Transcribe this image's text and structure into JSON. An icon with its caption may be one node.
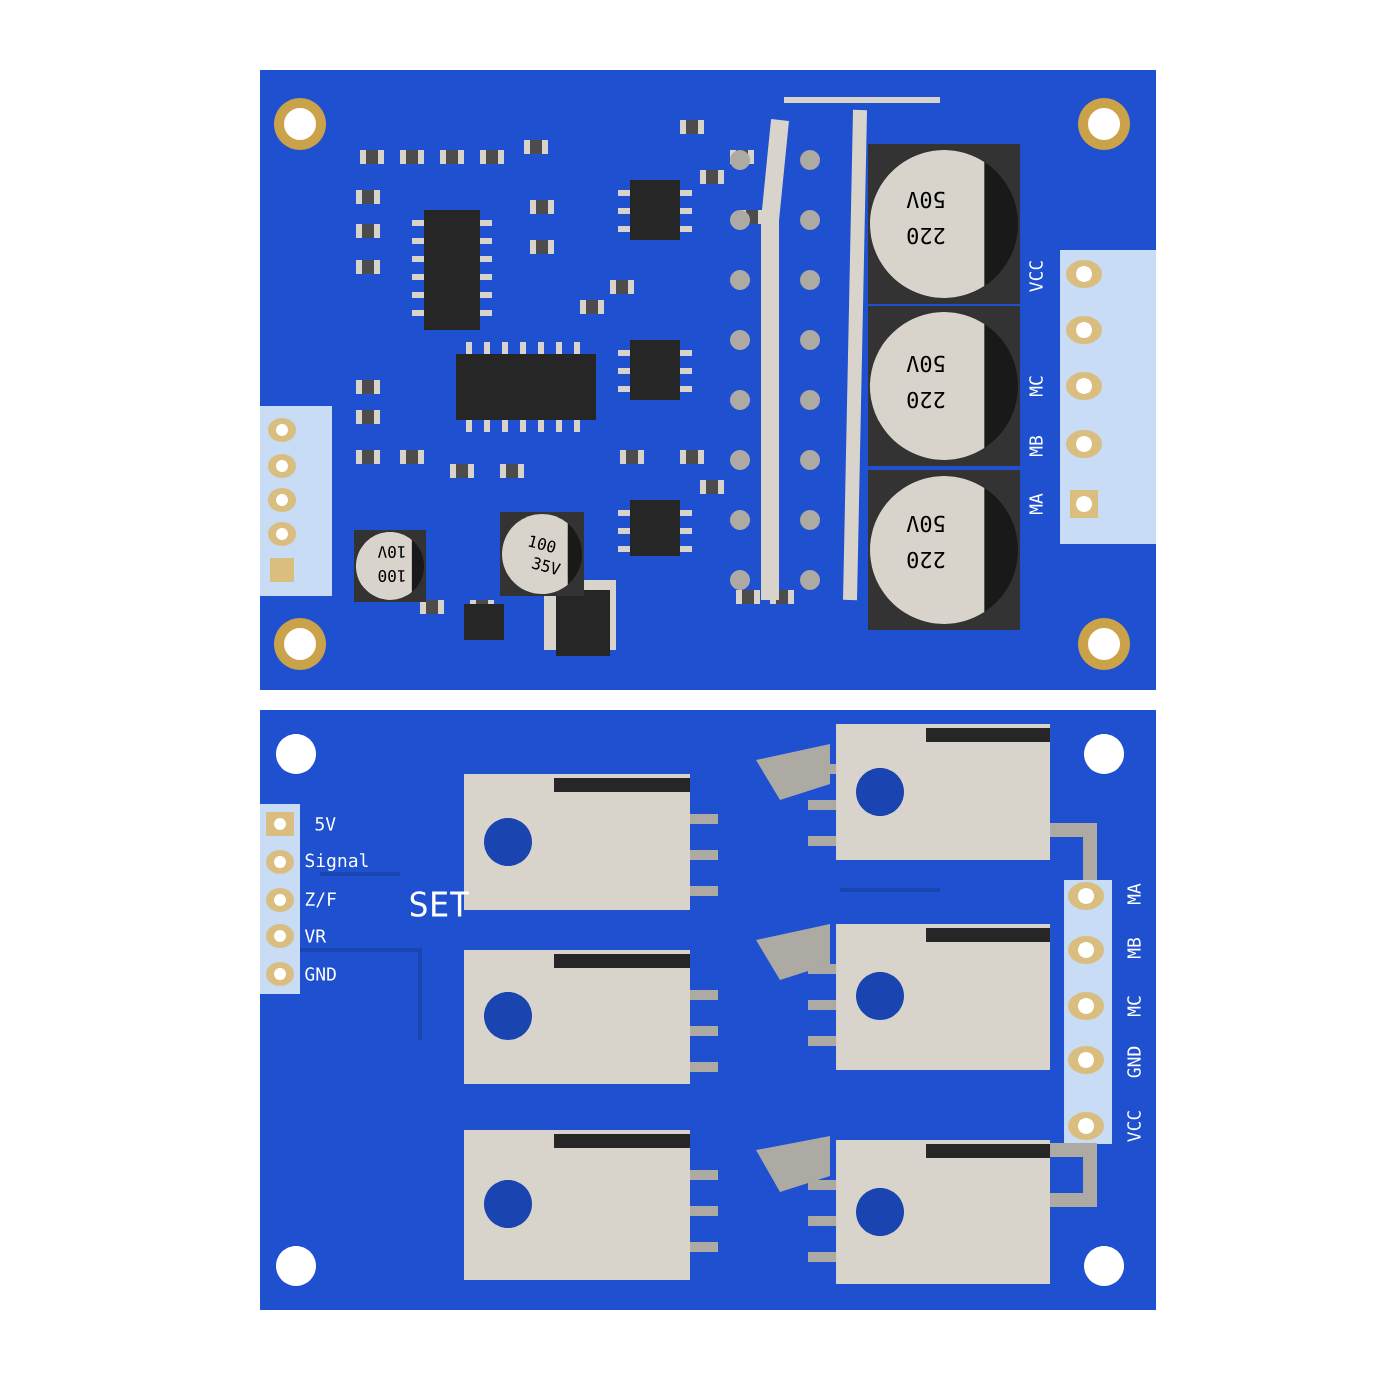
{
  "diagram": {
    "labels": [
      "220",
      "50V",
      "220",
      "50V",
      "220",
      "50V",
      "VCC",
      "MC",
      "MB",
      "MA",
      "100",
      "35V",
      "100",
      "10V",
      "5V",
      "Signal",
      "Z/F",
      "VR",
      "GND",
      "SET",
      "MA",
      "MB",
      "MC",
      "GND",
      "VCC"
    ]
  }
}
